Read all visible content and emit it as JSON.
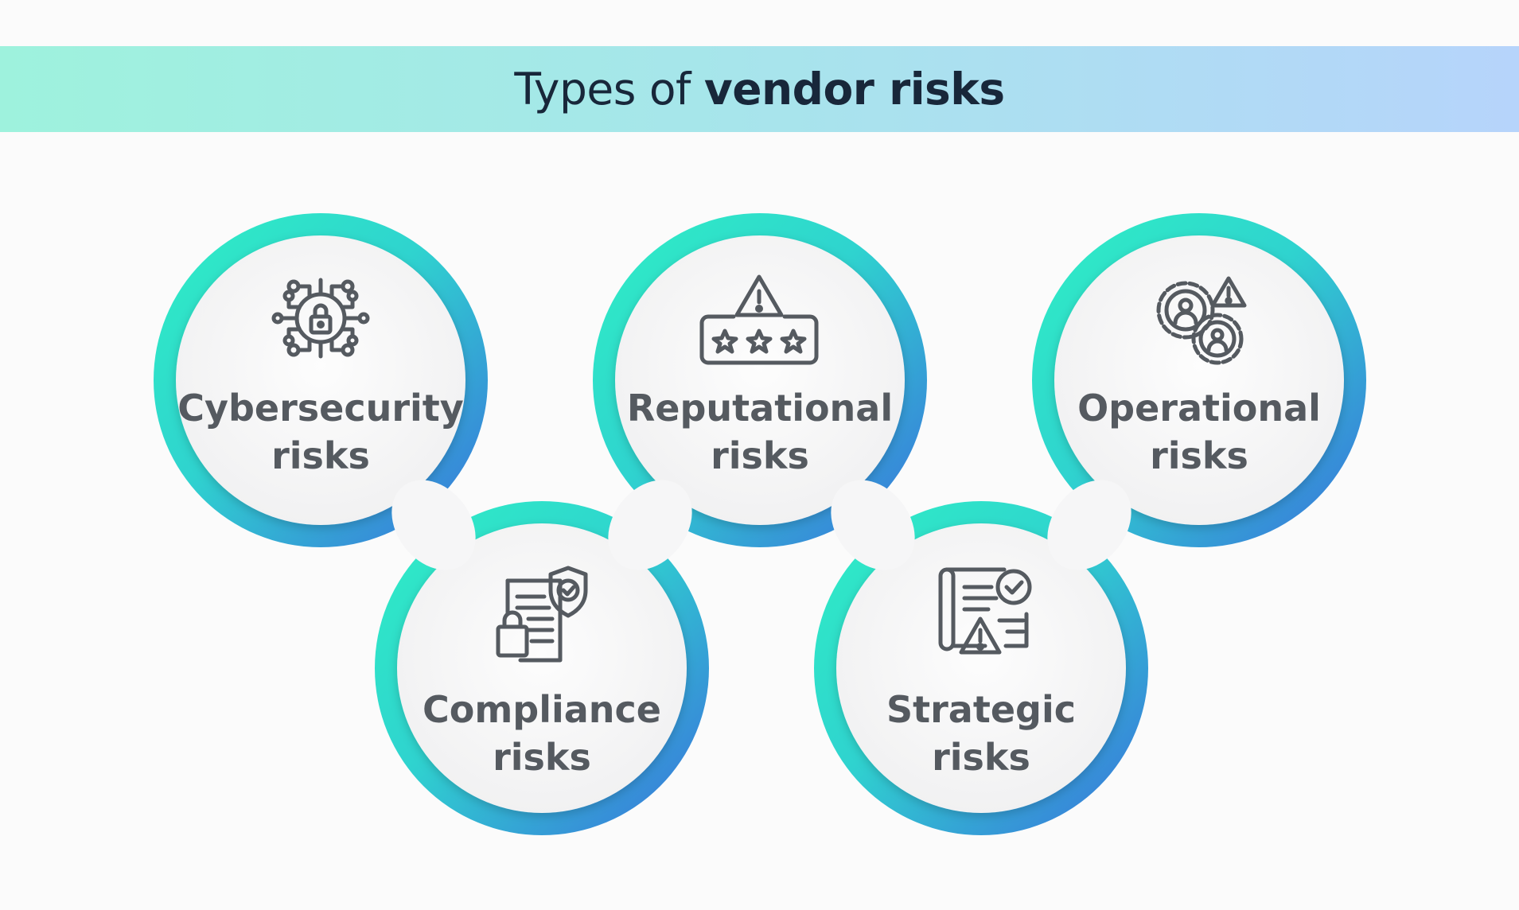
{
  "header": {
    "title_light": "Types of",
    "title_bold": "vendor risks",
    "background_gradient": [
      "#9ef2dd",
      "#a6e6ea",
      "#b6d4fb"
    ],
    "text_color": "#18273a"
  },
  "theme": {
    "ring_gradient_start": "#2fe6c0",
    "ring_gradient_end": "#3a7be0",
    "label_color": "#555a60",
    "icon_color": "#555a60"
  },
  "risks": [
    {
      "line1": "Cybersecurity",
      "line2": "risks",
      "icon": "circuit-lock-icon"
    },
    {
      "line1": "Compliance",
      "line2": "risks",
      "icon": "document-lock-shield-icon"
    },
    {
      "line1": "Reputational",
      "line2": "risks",
      "icon": "warning-stars-icon"
    },
    {
      "line1": "Strategic",
      "line2": "risks",
      "icon": "scroll-warning-icon"
    },
    {
      "line1": "Operational",
      "line2": "risks",
      "icon": "gears-people-warning-icon"
    }
  ]
}
